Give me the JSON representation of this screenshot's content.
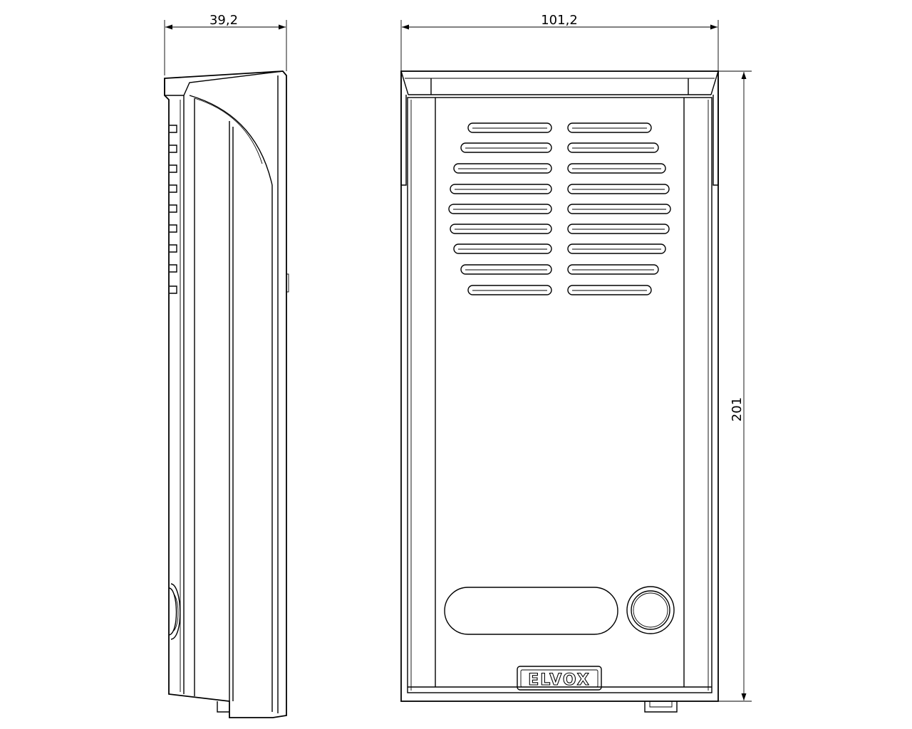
{
  "dimensions": {
    "side_depth": "39,2",
    "front_width": "101,2",
    "front_height": "201"
  },
  "logo": {
    "brand": "ELVOX"
  },
  "grille": {
    "slot_rows": 9,
    "slot_columns": 2
  },
  "icons": {
    "arrow": "arrowhead",
    "button": "round-push-button"
  }
}
